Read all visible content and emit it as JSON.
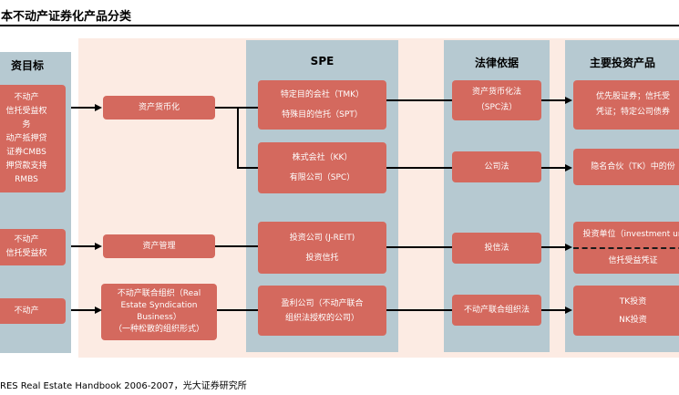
{
  "title": "本不动产证券化产品分类",
  "footer": "RES Real Estate Handbook 2006-2007，光大证券研究所",
  "colors": {
    "panel_pink": "#fcebe3",
    "column_gray": "#b6c9d1",
    "box_red": "#d4695e",
    "line_black": "#000000"
  },
  "funding": {
    "header": "资目标",
    "assets_box": [
      "不动产",
      "信托受益权",
      "务",
      "动产抵押贷",
      "证券CMBS",
      "押贷款支持",
      "RMBS"
    ],
    "trust_box": [
      "不动产",
      "信托受益权"
    ],
    "property_box": [
      "不动产"
    ]
  },
  "schemes": {
    "monetization": "资产货币化",
    "management": "资产管理",
    "syndication": [
      "不动产联合组织（Real",
      "Estate Syndication",
      "Business）",
      "（一种松散的组织形式）"
    ]
  },
  "spe": {
    "header": "SPE",
    "tmk_spt": [
      "特定目的会社（TMK）",
      "特殊目的信托（SPT）"
    ],
    "kk_spc": [
      "株式会社（KK）",
      "有限公司（SPC）"
    ],
    "jreit": [
      "投资公司 (J-REIT)",
      "投资信托"
    ],
    "profit_company": [
      "盈利公司（不动产联合",
      "组织法授权的公司）"
    ]
  },
  "legal": {
    "header": "法律依据",
    "spc_law": [
      "资产货币化法",
      "（SPC法）"
    ],
    "company_law": "公司法",
    "toushin_law": "投信法",
    "syndication_law": "不动产联合组织法"
  },
  "products": {
    "header": "主要投资产品",
    "preferred": [
      "优先股证券；信托受",
      "凭证；特定公司债券"
    ],
    "tk_share": "隐名合伙（TK）中的份",
    "investment_unit": {
      "top": "投资单位（investment un",
      "bottom": "信托受益凭证"
    },
    "tk_nk": [
      "TK投资",
      "NK投资"
    ]
  }
}
